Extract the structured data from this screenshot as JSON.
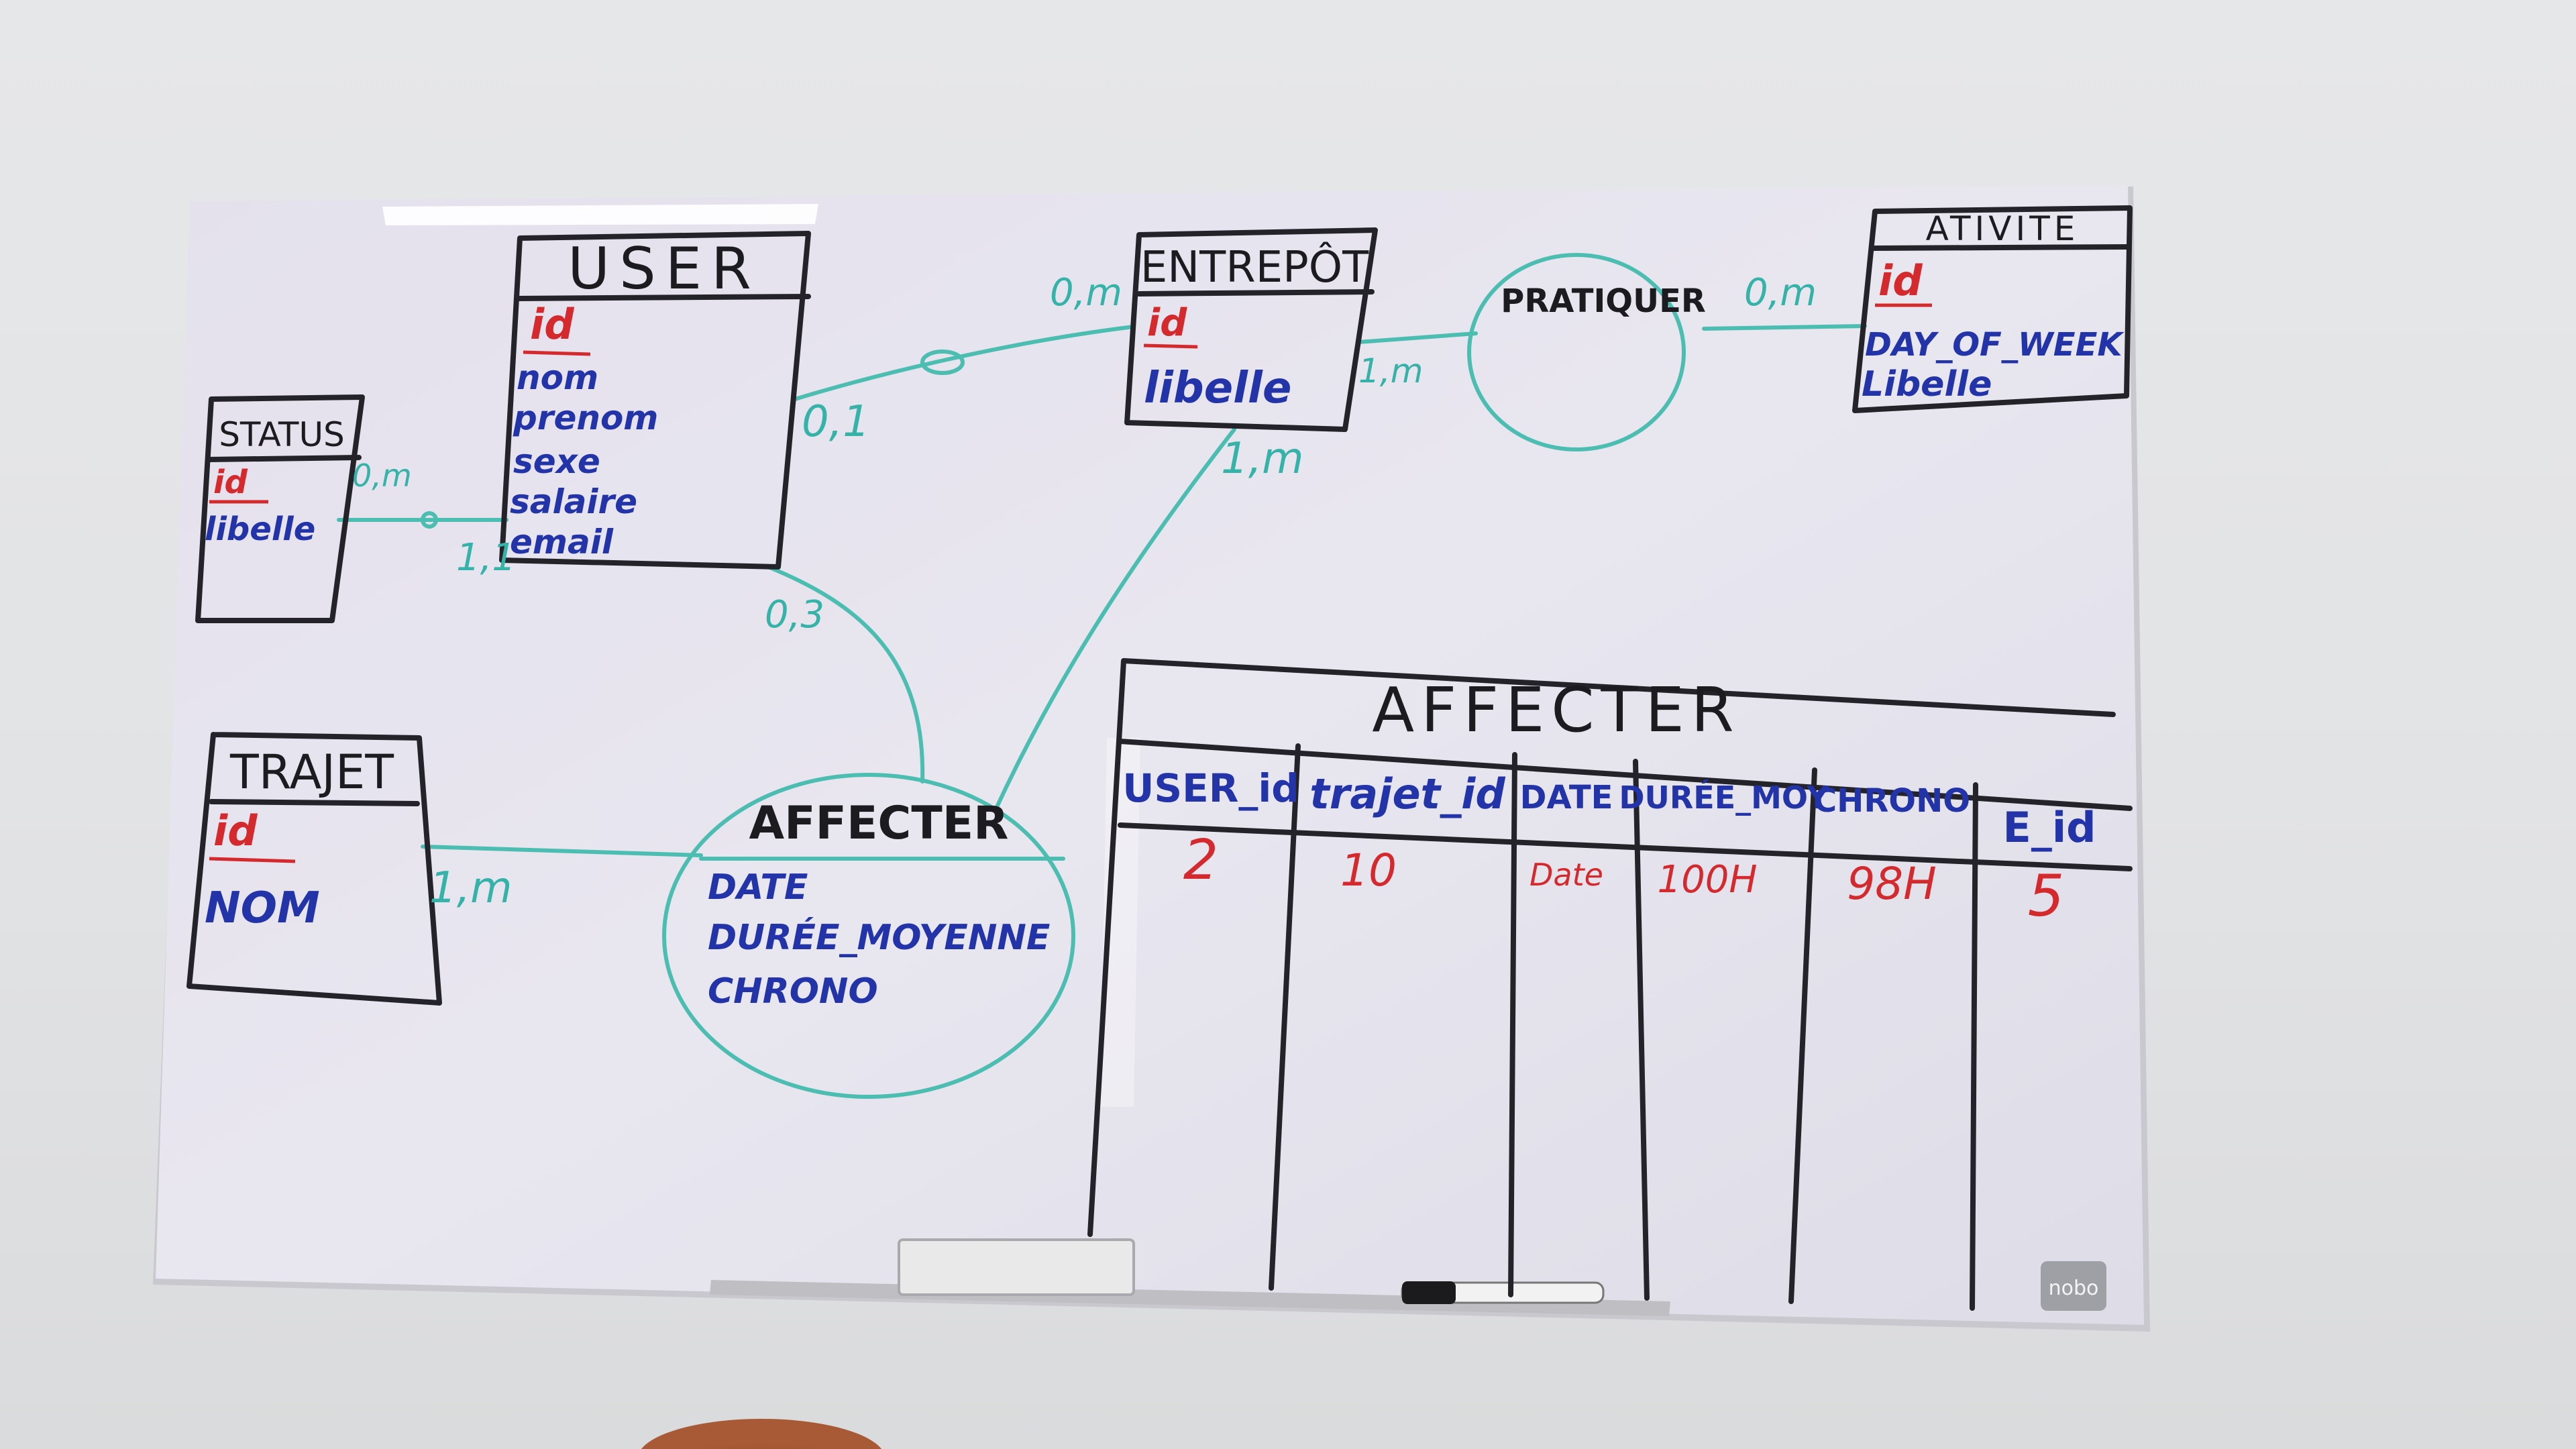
{
  "entities": {
    "user": {
      "title": "USER",
      "pk": "id",
      "fields": [
        "nom",
        "prenom",
        "sexe",
        "salaire",
        "email"
      ]
    },
    "status": {
      "title": "STATUS",
      "pk": "id",
      "fields": [
        "libelle"
      ]
    },
    "entrepot": {
      "title": "ENTREPÔT",
      "pk": "id",
      "fields": [
        "libelle"
      ]
    },
    "activite": {
      "title": "ATIVITE",
      "pk": "id",
      "fields": [
        "DAY_OF_WEEK",
        "Libelle"
      ]
    },
    "trajet": {
      "title": "TRAJET",
      "pk": "id",
      "fields": [
        "NOM"
      ]
    }
  },
  "associations": {
    "pratiquer": {
      "title": "PRATIQUER",
      "fields": []
    },
    "affecter": {
      "title": "AFFECTER",
      "fields": [
        "DATE",
        "DURÉE_MOYENNE",
        "CHRONO"
      ]
    }
  },
  "cardinalities": {
    "user_entrepot": "0,1",
    "entrepot_user": "0,m",
    "status_user": "0,m",
    "user_status": "1,1",
    "user_affecter": "0,3",
    "entrepot_affecter": "1,m",
    "entrepot_pratiquer": "1,m",
    "pratiquer_activite": "0,m",
    "trajet_affecter": "1,m"
  },
  "table": {
    "title": "AFFECTER",
    "headers": [
      "USER_id",
      "trajet_id",
      "DATE",
      "DURÉE_MOY",
      "CHRONO",
      "E_id"
    ],
    "rows": [
      [
        "2",
        "10",
        "Date",
        "100H",
        "98H",
        "5"
      ]
    ]
  },
  "brand": "nobo"
}
